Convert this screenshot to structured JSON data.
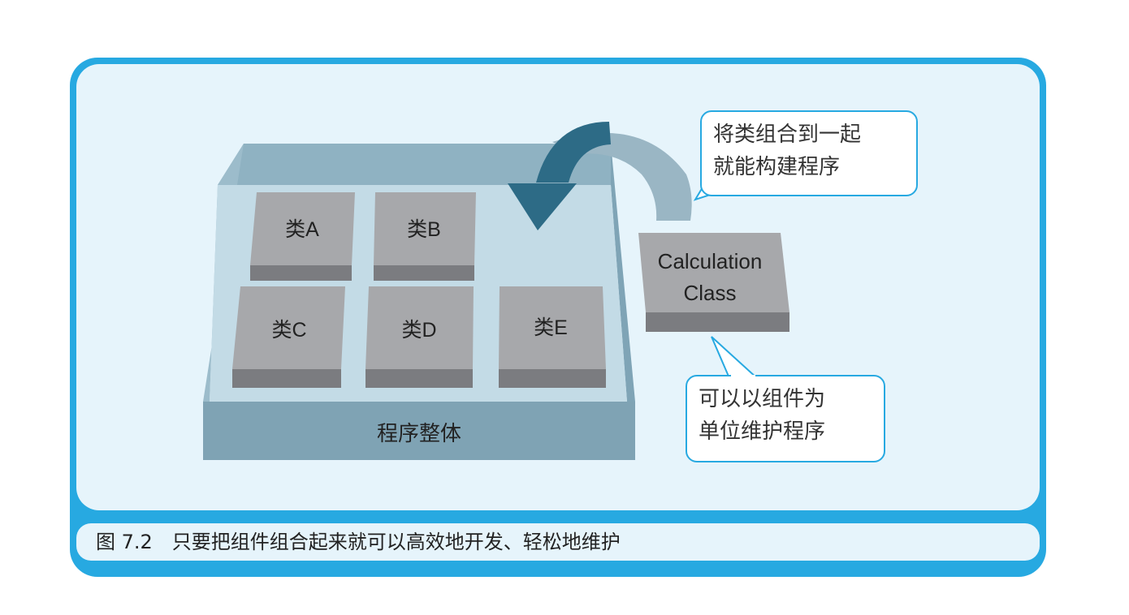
{
  "diagram": {
    "class_boxes": [
      "类A",
      "类B",
      "类C",
      "类D",
      "类E"
    ],
    "program_whole_label": "程序整体",
    "calculation_class": {
      "line1": "Calculation",
      "line2": "Class"
    },
    "callout_top": {
      "line1": "将类组合到一起",
      "line2": "就能构建程序"
    },
    "callout_bottom": {
      "line1": "可以以组件为",
      "line2": "单位维护程序"
    }
  },
  "caption": "图 7.2　只要把组件组合起来就可以高效地开发、轻松地维护",
  "colors": {
    "frame": "#27a9e1",
    "panel": "#e6f4fb",
    "tray": "#8aaebd",
    "tray_inner": "#c3dbe6",
    "box_top": "#a7a8ab",
    "box_side": "#7b7c80",
    "arrow": "#2d6b86",
    "arrow_tail": "#9ab6c4"
  }
}
